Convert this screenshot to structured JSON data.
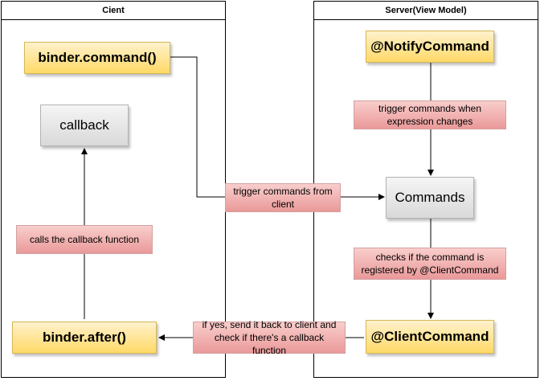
{
  "lanes": {
    "client_title": "Cient",
    "server_title": "Server(View Model)"
  },
  "nodes": {
    "binder_command": "binder.command()",
    "callback": "callback",
    "binder_after": "binder.after()",
    "notify_command": "@NotifyCommand",
    "commands": "Commands",
    "client_command": "@ClientCommand"
  },
  "edge_labels": {
    "calls_callback": "calls the callback function",
    "trigger_from_client": "trigger  commands from\nclient",
    "trigger_on_expression": "trigger commands when\nexpression changes",
    "checks_registered": "checks if the command is\nregistered by @ClientCommand",
    "send_back": "if yes, send it back to client and\ncheck if there's a callback function"
  },
  "colors": {
    "yellow_fill": "#ffd966",
    "gray_fill": "#f5f5f5",
    "pink_fill": "#f8cecc",
    "edge": "#000000"
  }
}
